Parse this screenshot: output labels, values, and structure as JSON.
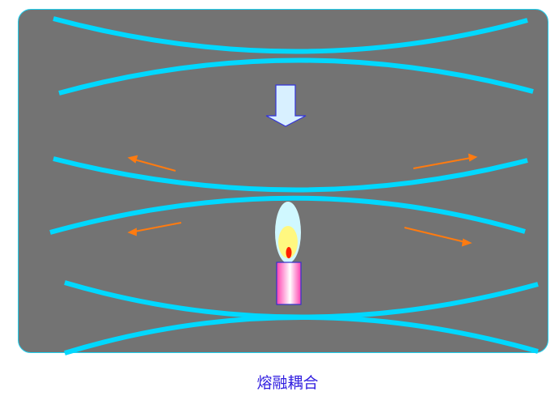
{
  "diagram": {
    "caption": "熔融耦合",
    "colors": {
      "background": "#737373",
      "border": "#1fd0f0",
      "fiber": "#00d8ff",
      "arrow_fill": "#d8f0ff",
      "arrow_stroke": "#3333dd",
      "tension_arrow": "#ff7b10",
      "flame_outer": "#d0f8ff",
      "flame_inner": "#fff880",
      "flame_core": "#ff2000",
      "candle_stroke": "#3333cc",
      "caption": "#3320e0"
    },
    "elements": [
      {
        "name": "fiber-pair-before",
        "description": "two separate fiber curves at top"
      },
      {
        "name": "down-arrow",
        "description": "process step arrow"
      },
      {
        "name": "fiber-pair-heating",
        "description": "fibers being heated and pulled, with tension arrows outward"
      },
      {
        "name": "candle-flame",
        "description": "heat source flame above candle"
      },
      {
        "name": "fiber-pair-fused",
        "description": "fused coupler, fibers touching at center"
      }
    ]
  }
}
